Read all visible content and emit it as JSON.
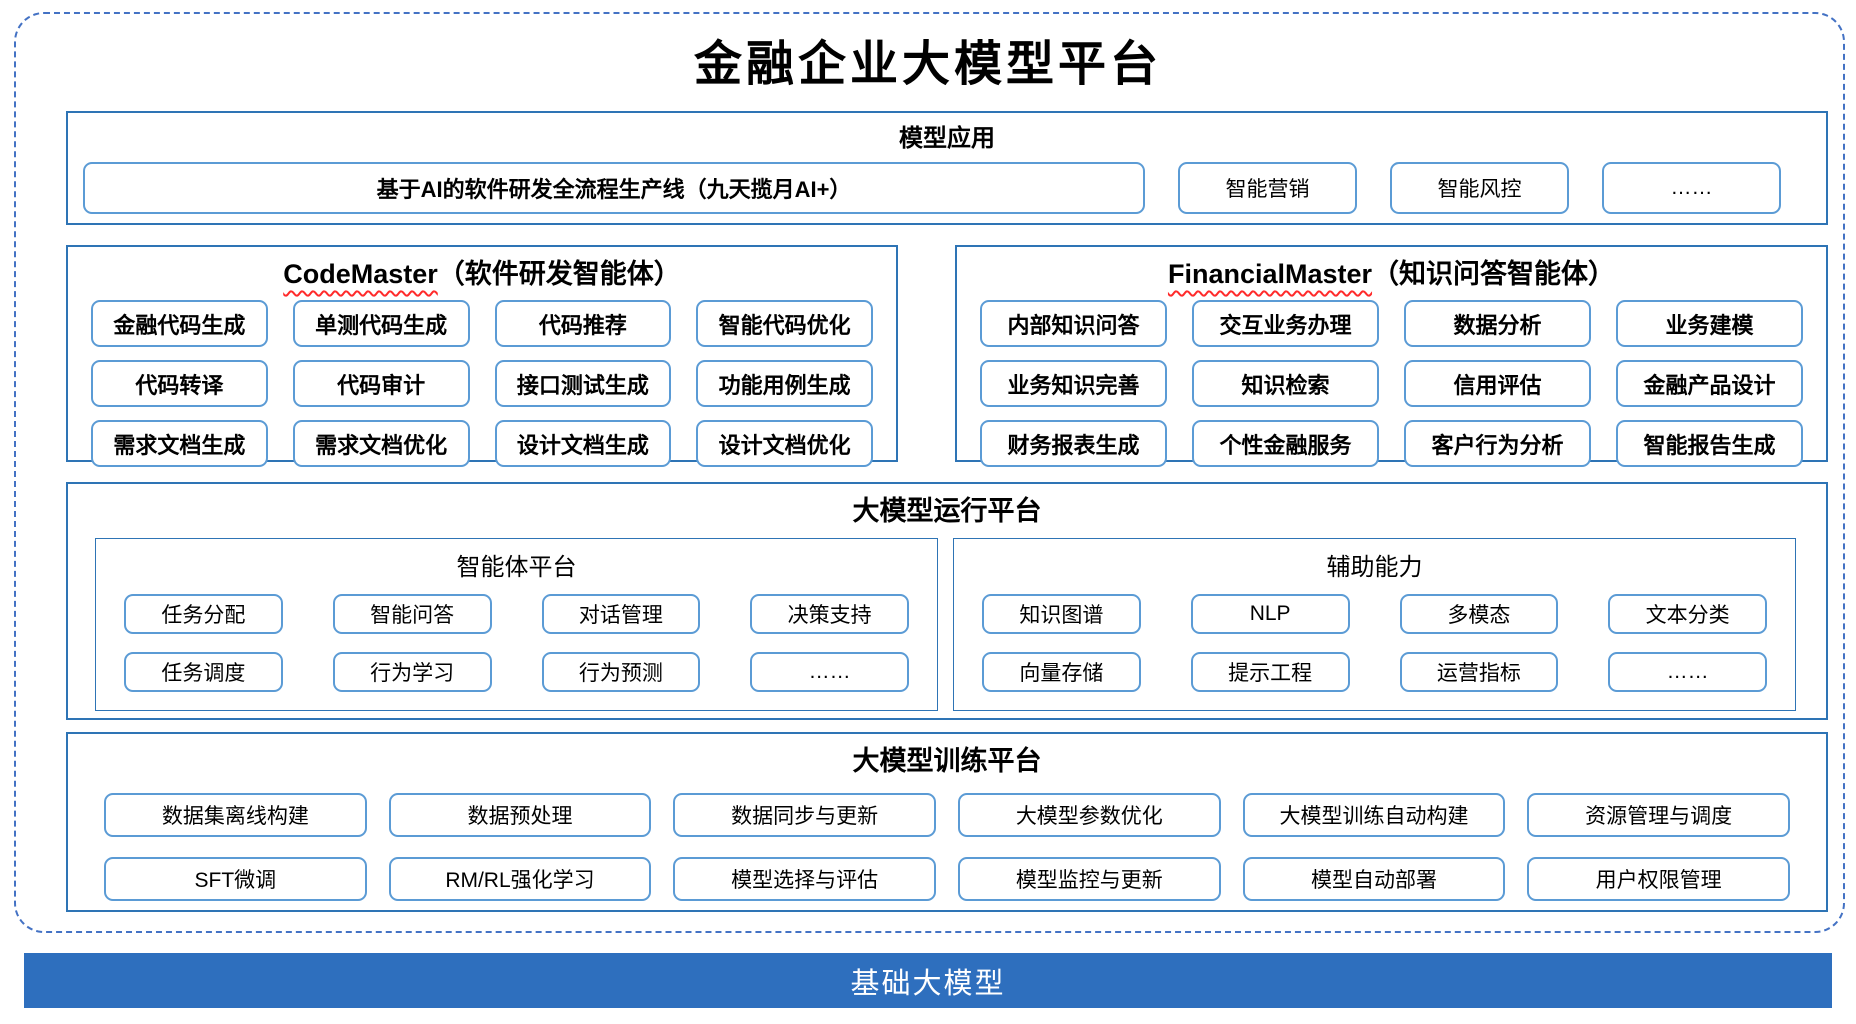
{
  "title": "金融企业大模型平台",
  "colors": {
    "outer_dashed_border": "#4472C4",
    "section_border": "#2E74B5",
    "item_border": "#5B9BD5",
    "base_bar_bg": "#2E6FBE",
    "base_bar_text": "#FFFFFF",
    "squiggle_underline": "#FF2B2B"
  },
  "sections": {
    "model_app": {
      "title": "模型应用",
      "pipeline": "基于AI的软件研发全流程生产线（九天揽月AI+）",
      "items": [
        "智能营销",
        "智能风控",
        "……"
      ]
    },
    "code_master": {
      "title_en": "CodeMaster",
      "title_zh": "（软件研发智能体）",
      "items": [
        "金融代码生成",
        "单测代码生成",
        "代码推荐",
        "智能代码优化",
        "代码转译",
        "代码审计",
        "接口测试生成",
        "功能用例生成",
        "需求文档生成",
        "需求文档优化",
        "设计文档生成",
        "设计文档优化"
      ]
    },
    "financial_master": {
      "title_en": "FinancialMaster",
      "title_zh": "（知识问答智能体）",
      "items": [
        "内部知识问答",
        "交互业务办理",
        "数据分析",
        "业务建模",
        "业务知识完善",
        "知识检索",
        "信用评估",
        "金融产品设计",
        "财务报表生成",
        "个性金融服务",
        "客户行为分析",
        "智能报告生成"
      ]
    },
    "runtime": {
      "title": "大模型运行平台",
      "agent_platform": {
        "title": "智能体平台",
        "items": [
          "任务分配",
          "智能问答",
          "对话管理",
          "决策支持",
          "任务调度",
          "行为学习",
          "行为预测",
          "……"
        ]
      },
      "aux_capability": {
        "title": "辅助能力",
        "items": [
          "知识图谱",
          "NLP",
          "多模态",
          "文本分类",
          "向量存储",
          "提示工程",
          "运营指标",
          "……"
        ]
      }
    },
    "training": {
      "title": "大模型训练平台",
      "items": [
        "数据集离线构建",
        "数据预处理",
        "数据同步与更新",
        "大模型参数优化",
        "大模型训练自动构建",
        "资源管理与调度",
        "SFT微调",
        "RM/RL强化学习",
        "模型选择与评估",
        "模型监控与更新",
        "模型自动部署",
        "用户权限管理"
      ]
    },
    "base_model": {
      "title": "基础大模型"
    }
  }
}
